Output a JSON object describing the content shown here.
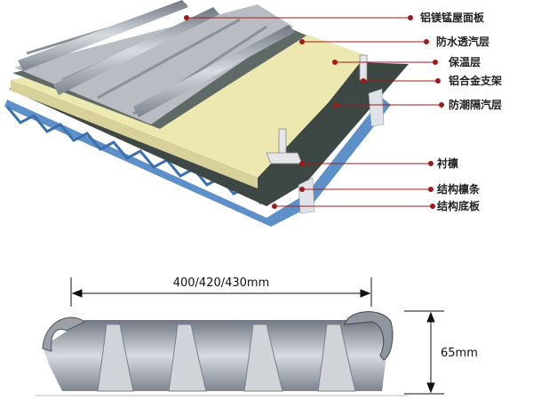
{
  "labels": [
    {
      "text": "铝镁锰屋面板"
    },
    {
      "text": "防水透汽层"
    },
    {
      "text": "保温层"
    },
    {
      "text": "铝合金支架"
    },
    {
      "text": "防潮隔汽层"
    },
    {
      "text": "衬檩"
    },
    {
      "text": "结构檩条"
    },
    {
      "text": "结构底板"
    }
  ],
  "profile": {
    "width_label": "400/420/430mm",
    "height_label": "65mm"
  },
  "colors": {
    "leader": "#a01818",
    "panel": "#b9bcc2",
    "membrane": "#5f6a66",
    "insulation": "#ece8b0",
    "vapour": "#3d4845",
    "base": "#5d8fc9"
  }
}
